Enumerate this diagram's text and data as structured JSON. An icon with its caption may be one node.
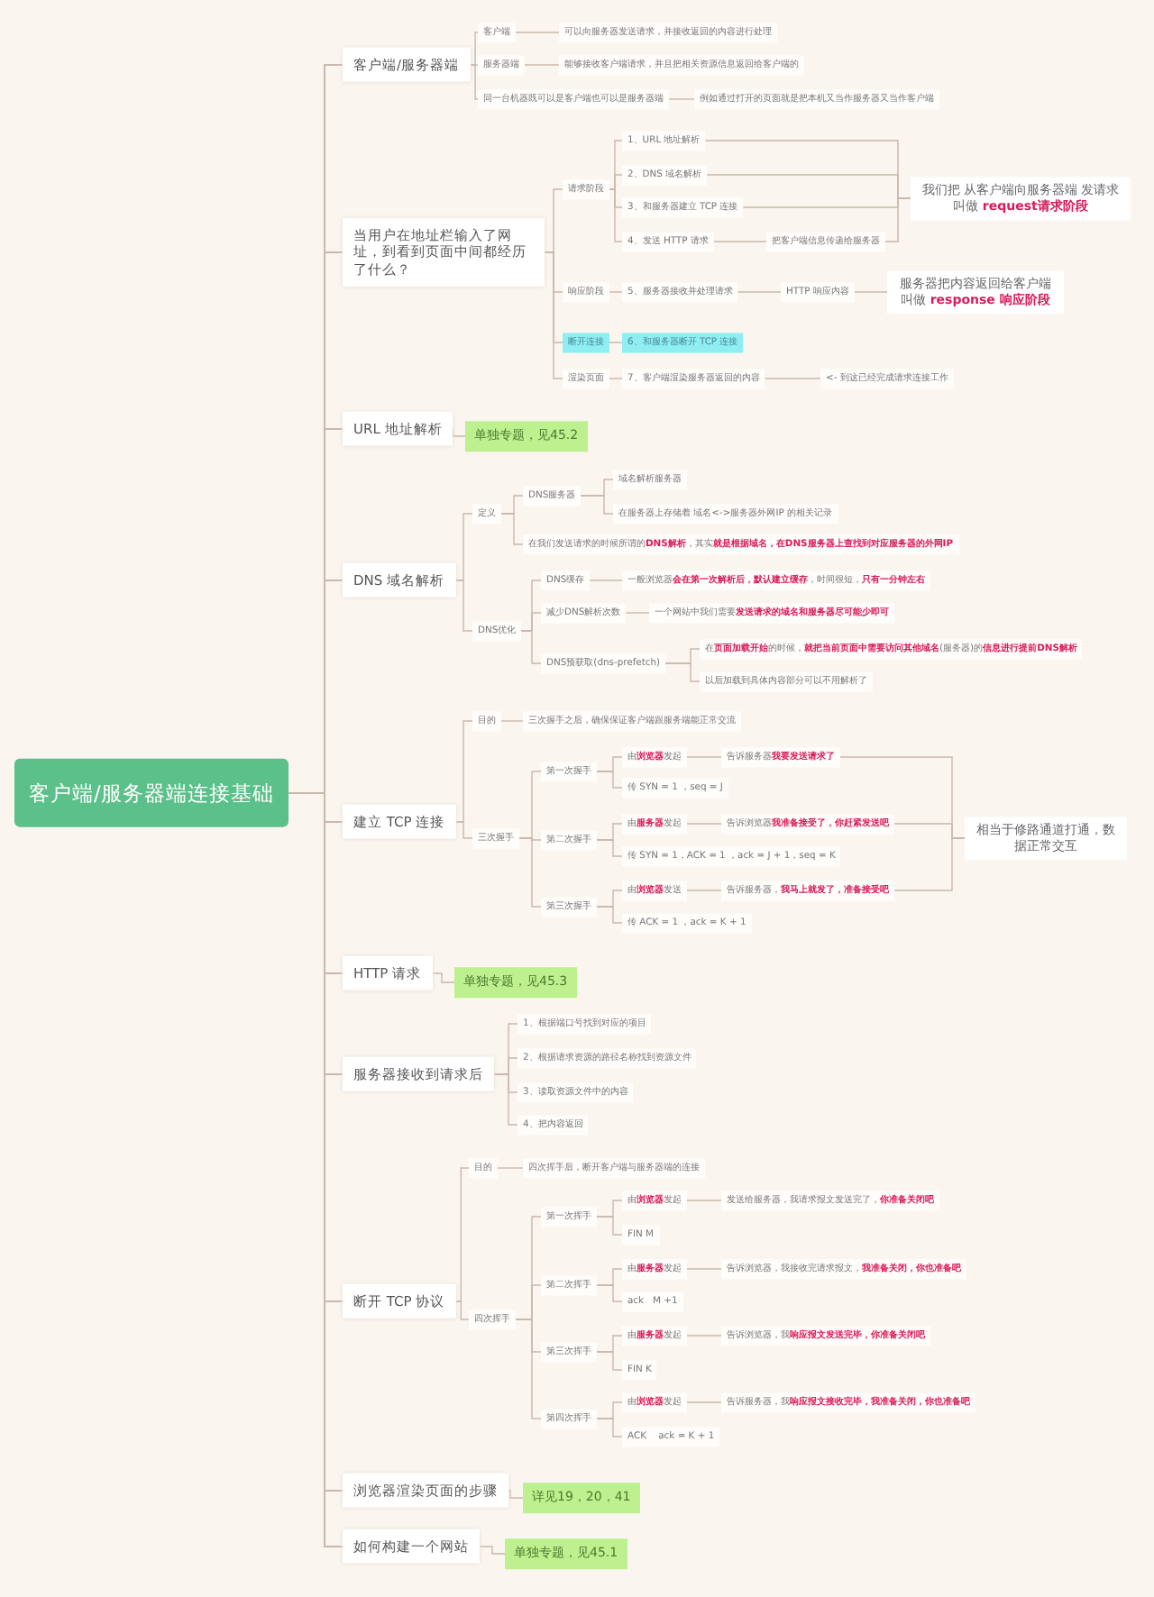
{
  "diagram": {
    "nodes": [
      {
        "text": [
          "客户端/服务器端连接基础"
        ]
      },
      {
        "text": [
          "客户端/服务器端"
        ]
      },
      {
        "text": [
          "客户端"
        ]
      },
      {
        "text": [
          "可以向服务器发送请求，并接收返回的内容进行处理"
        ]
      },
      {
        "text": [
          "服务器端"
        ]
      },
      {
        "text": [
          "能够接收客户端请求，并且把相关资源信息返回给客户端的"
        ]
      },
      {
        "text": [
          "同一台机器既可以是客户端也可以是服务器端"
        ]
      },
      {
        "text": [
          "例如通过打开的页面就是把本机又当作服务器又当作客户端"
        ]
      },
      {
        "text": [
          "当用户在地址栏输入了网址，到看到页面中间都经历了什么？"
        ]
      },
      {
        "text": [
          "请求阶段"
        ]
      },
      {
        "text": [
          "1、URL 地址解析"
        ]
      },
      {
        "text": [
          "2、DNS 域名解析"
        ]
      },
      {
        "text": [
          "3、和服务器建立 TCP 连接"
        ]
      },
      {
        "text": [
          "4、发送 HTTP 请求"
        ]
      },
      {
        "text": [
          "把客户端信息传递给服务器"
        ]
      },
      {
        "text": [
          "我们把 从客户端向服务器端 发请求叫做 **request请求阶段**"
        ]
      },
      {
        "text": [
          "响应阶段"
        ]
      },
      {
        "text": [
          "5、服务器接收并处理请求"
        ]
      },
      {
        "text": [
          "HTTP 响应内容"
        ]
      },
      {
        "text": [
          "服务器把内容返回给客户端叫做 **response 响应阶段**"
        ]
      },
      {
        "text": [
          "断开连接"
        ]
      },
      {
        "text": [
          "6、和服务器断开 TCP 连接"
        ]
      },
      {
        "text": [
          "渲染页面"
        ]
      },
      {
        "text": [
          "7、客户端渲染服务器返回的内容"
        ]
      },
      {
        "text": [
          "<- 到这已经完成请求连接工作"
        ]
      },
      {
        "text": [
          "URL 地址解析"
        ]
      },
      {
        "text": [
          "单独专题，见45.2"
        ]
      },
      {
        "text": [
          "DNS 域名解析"
        ]
      },
      {
        "text": [
          "定义"
        ]
      },
      {
        "text": [
          "DNS服务器"
        ]
      },
      {
        "text": [
          "域名解析服务器"
        ]
      },
      {
        "text": [
          "在服务器上存储着 域名<->服务器外网IP 的相关记录"
        ]
      },
      {
        "text": [
          "在我们发送请求的时候所谓的**DNS解析**，其实**就是根据域名，在DNS服务器上查找到对应服务器的外网IP**"
        ]
      },
      {
        "text": [
          "DNS优化"
        ]
      },
      {
        "text": [
          "DNS缓存"
        ]
      },
      {
        "text": [
          "一般浏览器**会在第一次解析后，默认建立缓存**，时间很短，**只有一分钟左右**"
        ]
      },
      {
        "text": [
          "减少DNS解析次数"
        ]
      },
      {
        "text": [
          "一个网站中我们需要**发送请求的域名和服务器尽可能少即可**"
        ]
      },
      {
        "text": [
          "DNS预获取(dns-prefetch)"
        ]
      },
      {
        "text": [
          "在**页面加载开始**的时候，**就把当前页面中需要访问其他域名**(服务器)的**信息进行提前DNS解析**"
        ]
      },
      {
        "text": [
          "以后加载到具体内容部分可以不用解析了"
        ]
      },
      {
        "text": [
          "建立 TCP 连接"
        ]
      },
      {
        "text": [
          "目的"
        ]
      },
      {
        "text": [
          "三次握手之后，确保保证客户端跟服务端能正常交流"
        ]
      },
      {
        "text": [
          "三次握手"
        ]
      },
      {
        "text": [
          "第一次握手"
        ]
      },
      {
        "text": [
          "由**浏览器**发起"
        ]
      },
      {
        "text": [
          "告诉服务器**我要发送请求了**"
        ]
      },
      {
        "text": [
          "传 SYN = 1 ，seq = J"
        ]
      },
      {
        "text": [
          "第二次握手"
        ]
      },
      {
        "text": [
          "由**服务器**发起"
        ]
      },
      {
        "text": [
          "告诉浏览器**我准备接受了，你赶紧发送吧**"
        ]
      },
      {
        "text": [
          "传 SYN = 1，ACK = 1 ，ack = J + 1，seq = K"
        ]
      },
      {
        "text": [
          "第三次握手"
        ]
      },
      {
        "text": [
          "由**浏览器**发送"
        ]
      },
      {
        "text": [
          "告诉服务器，**我马上就发了，准备接受吧**"
        ]
      },
      {
        "text": [
          "传 ACK = 1 ，ack = K + 1"
        ]
      },
      {
        "text": [
          "相当于修路通道打通，数据正常交互"
        ]
      },
      {
        "text": [
          "HTTP 请求"
        ]
      },
      {
        "text": [
          "单独专题，见45.3"
        ]
      },
      {
        "text": [
          "服务器接收到请求后"
        ]
      },
      {
        "text": [
          "1、根据端口号找到对应的项目"
        ]
      },
      {
        "text": [
          "2、根据请求资源的路径名称找到资源文件"
        ]
      },
      {
        "text": [
          "3、读取资源文件中的内容"
        ]
      },
      {
        "text": [
          "4、把内容返回"
        ]
      },
      {
        "text": [
          "断开 TCP 协议"
        ]
      },
      {
        "text": [
          "目的"
        ]
      },
      {
        "text": [
          "四次挥手后，断开客户端与服务器端的连接"
        ]
      },
      {
        "text": [
          "四次挥手"
        ]
      },
      {
        "text": [
          "第一次挥手"
        ]
      },
      {
        "text": [
          "由**浏览器**发起"
        ]
      },
      {
        "text": [
          "发送给服务器，我请求报文发送完了，**你准备关闭吧**"
        ]
      },
      {
        "text": [
          "FIN M"
        ]
      },
      {
        "text": [
          "第二次挥手"
        ]
      },
      {
        "text": [
          "由**服务器**发起"
        ]
      },
      {
        "text": [
          "告诉浏览器，我接收完请求报文，**我准备关闭，你也准备吧**"
        ]
      },
      {
        "text": [
          "ack　M +1"
        ]
      },
      {
        "text": [
          "第三次挥手"
        ]
      },
      {
        "text": [
          "由**服务器**发起"
        ]
      },
      {
        "text": [
          "告诉浏览器，我**响应报文发送完毕，你准备关闭吧**"
        ]
      },
      {
        "text": [
          "FIN K"
        ]
      },
      {
        "text": [
          "第四次挥手"
        ]
      },
      {
        "text": [
          "由**浏览器**发起"
        ]
      },
      {
        "text": [
          "告诉服务器，我**响应报文接收完毕，我准备关闭，你也准备吧**"
        ]
      },
      {
        "text": [
          "ACK　 ack = K + 1"
        ]
      },
      {
        "text": [
          "浏览器渲染页面的步骤"
        ]
      },
      {
        "text": [
          "详见19，20，41"
        ]
      },
      {
        "text": [
          "如何构建一个网站"
        ]
      },
      {
        "text": [
          "单独专题，见45.1"
        ]
      }
    ],
    "edges": [
      {
        "from": 0,
        "to": 1,
        "arrow": "none"
      },
      {
        "from": 1,
        "to": 2,
        "arrow": "none"
      },
      {
        "from": 2,
        "to": 3,
        "arrow": "none"
      },
      {
        "from": 1,
        "to": 4,
        "arrow": "none"
      },
      {
        "from": 4,
        "to": 5,
        "arrow": "none"
      },
      {
        "from": 1,
        "to": 6,
        "arrow": "none"
      },
      {
        "from": 6,
        "to": 7,
        "arrow": "none"
      },
      {
        "from": 0,
        "to": 8,
        "arrow": "none"
      },
      {
        "from": 8,
        "to": 9,
        "arrow": "none"
      },
      {
        "from": 9,
        "to": 10,
        "arrow": "none"
      },
      {
        "from": 9,
        "to": 11,
        "arrow": "none"
      },
      {
        "from": 9,
        "to": 12,
        "arrow": "none"
      },
      {
        "from": 9,
        "to": 13,
        "arrow": "none"
      },
      {
        "from": 13,
        "to": 14,
        "arrow": "none"
      },
      {
        "from": 10,
        "to": 15,
        "arrow": "none"
      },
      {
        "from": 11,
        "to": 15,
        "arrow": "none"
      },
      {
        "from": 12,
        "to": 15,
        "arrow": "none"
      },
      {
        "from": 14,
        "to": 15,
        "arrow": "none"
      },
      {
        "from": 8,
        "to": 16,
        "arrow": "none"
      },
      {
        "from": 16,
        "to": 17,
        "arrow": "none"
      },
      {
        "from": 17,
        "to": 18,
        "arrow": "none"
      },
      {
        "from": 18,
        "to": 19,
        "arrow": "none"
      },
      {
        "from": 8,
        "to": 20,
        "arrow": "none"
      },
      {
        "from": 20,
        "to": 21,
        "arrow": "none"
      },
      {
        "from": 8,
        "to": 22,
        "arrow": "none"
      },
      {
        "from": 22,
        "to": 23,
        "arrow": "none"
      },
      {
        "from": 23,
        "to": 24,
        "arrow": "none"
      },
      {
        "from": 0,
        "to": 25,
        "arrow": "none"
      },
      {
        "from": 25,
        "to": 26,
        "arrow": "none"
      },
      {
        "from": 0,
        "to": 27,
        "arrow": "none"
      },
      {
        "from": 27,
        "to": 28,
        "arrow": "none"
      },
      {
        "from": 28,
        "to": 29,
        "arrow": "none"
      },
      {
        "from": 29,
        "to": 30,
        "arrow": "none"
      },
      {
        "from": 29,
        "to": 31,
        "arrow": "none"
      },
      {
        "from": 28,
        "to": 32,
        "arrow": "none"
      },
      {
        "from": 27,
        "to": 33,
        "arrow": "none"
      },
      {
        "from": 33,
        "to": 34,
        "arrow": "none"
      },
      {
        "from": 34,
        "to": 35,
        "arrow": "none"
      },
      {
        "from": 33,
        "to": 36,
        "arrow": "none"
      },
      {
        "from": 36,
        "to": 37,
        "arrow": "none"
      },
      {
        "from": 33,
        "to": 38,
        "arrow": "none"
      },
      {
        "from": 38,
        "to": 39,
        "arrow": "none"
      },
      {
        "from": 38,
        "to": 40,
        "arrow": "none"
      },
      {
        "from": 0,
        "to": 41,
        "arrow": "none"
      },
      {
        "from": 41,
        "to": 42,
        "arrow": "none"
      },
      {
        "from": 42,
        "to": 43,
        "arrow": "none"
      },
      {
        "from": 41,
        "to": 44,
        "arrow": "none"
      },
      {
        "from": 44,
        "to": 45,
        "arrow": "none"
      },
      {
        "from": 45,
        "to": 46,
        "arrow": "none"
      },
      {
        "from": 46,
        "to": 47,
        "arrow": "none"
      },
      {
        "from": 45,
        "to": 48,
        "arrow": "none"
      },
      {
        "from": 44,
        "to": 49,
        "arrow": "none"
      },
      {
        "from": 49,
        "to": 50,
        "arrow": "none"
      },
      {
        "from": 50,
        "to": 51,
        "arrow": "none"
      },
      {
        "from": 49,
        "to": 52,
        "arrow": "none"
      },
      {
        "from": 44,
        "to": 53,
        "arrow": "none"
      },
      {
        "from": 53,
        "to": 54,
        "arrow": "none"
      },
      {
        "from": 54,
        "to": 55,
        "arrow": "none"
      },
      {
        "from": 53,
        "to": 56,
        "arrow": "none"
      },
      {
        "from": 47,
        "to": 57,
        "arrow": "none"
      },
      {
        "from": 51,
        "to": 57,
        "arrow": "none"
      },
      {
        "from": 55,
        "to": 57,
        "arrow": "none"
      },
      {
        "from": 0,
        "to": 58,
        "arrow": "none"
      },
      {
        "from": 58,
        "to": 59,
        "arrow": "none"
      },
      {
        "from": 0,
        "to": 60,
        "arrow": "none"
      },
      {
        "from": 60,
        "to": 61,
        "arrow": "none"
      },
      {
        "from": 60,
        "to": 62,
        "arrow": "none"
      },
      {
        "from": 60,
        "to": 63,
        "arrow": "none"
      },
      {
        "from": 60,
        "to": 64,
        "arrow": "none"
      },
      {
        "from": 0,
        "to": 65,
        "arrow": "none"
      },
      {
        "from": 65,
        "to": 66,
        "arrow": "none"
      },
      {
        "from": 66,
        "to": 67,
        "arrow": "none"
      },
      {
        "from": 65,
        "to": 68,
        "arrow": "none"
      },
      {
        "from": 68,
        "to": 69,
        "arrow": "none"
      },
      {
        "from": 69,
        "to": 70,
        "arrow": "none"
      },
      {
        "from": 70,
        "to": 71,
        "arrow": "none"
      },
      {
        "from": 69,
        "to": 72,
        "arrow": "none"
      },
      {
        "from": 68,
        "to": 73,
        "arrow": "none"
      },
      {
        "from": 73,
        "to": 74,
        "arrow": "none"
      },
      {
        "from": 74,
        "to": 75,
        "arrow": "none"
      },
      {
        "from": 73,
        "to": 76,
        "arrow": "none"
      },
      {
        "from": 68,
        "to": 77,
        "arrow": "none"
      },
      {
        "from": 77,
        "to": 78,
        "arrow": "none"
      },
      {
        "from": 78,
        "to": 79,
        "arrow": "none"
      },
      {
        "from": 77,
        "to": 80,
        "arrow": "none"
      },
      {
        "from": 68,
        "to": 81,
        "arrow": "none"
      },
      {
        "from": 81,
        "to": 82,
        "arrow": "none"
      },
      {
        "from": 82,
        "to": 83,
        "arrow": "none"
      },
      {
        "from": 81,
        "to": 84,
        "arrow": "none"
      },
      {
        "from": 0,
        "to": 85,
        "arrow": "none"
      },
      {
        "from": 85,
        "to": 86,
        "arrow": "none"
      },
      {
        "from": 0,
        "to": 87,
        "arrow": "none"
      },
      {
        "from": 87,
        "to": 88,
        "arrow": "none"
      }
    ]
  }
}
